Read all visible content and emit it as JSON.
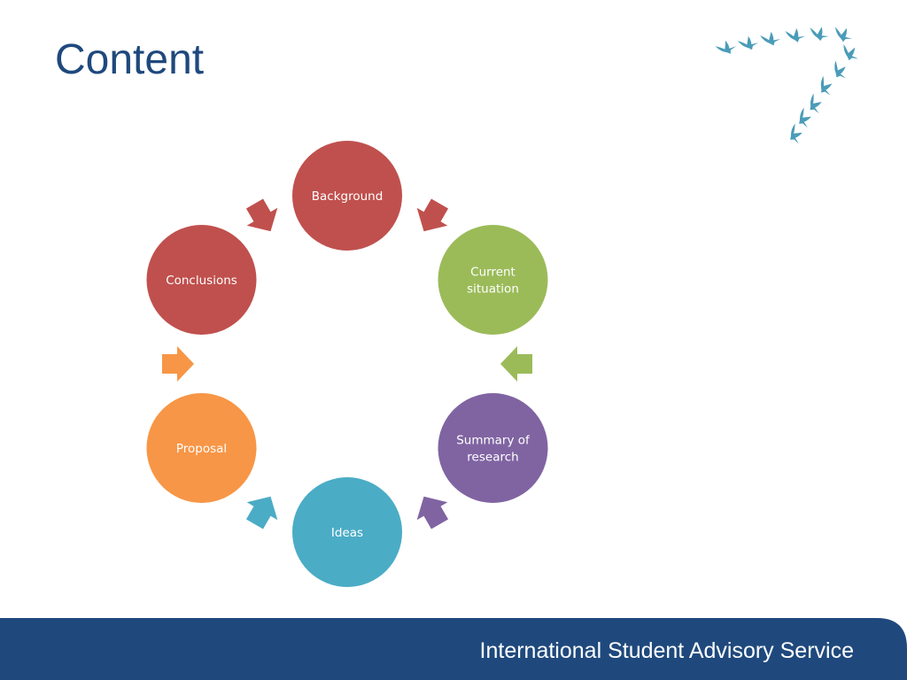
{
  "slide": {
    "title": "Content",
    "footer_text": "International Student Advisory Service"
  },
  "diagram": {
    "type": "cycle",
    "nodes": [
      {
        "label_lines": [
          "Background"
        ],
        "color": "#C0504D"
      },
      {
        "label_lines": [
          "Current",
          "situation"
        ],
        "color": "#9BBB59"
      },
      {
        "label_lines": [
          "Summary of",
          "research"
        ],
        "color": "#8064A2"
      },
      {
        "label_lines": [
          "Ideas"
        ],
        "color": "#4BACC6"
      },
      {
        "label_lines": [
          "Proposal"
        ],
        "color": "#F79646"
      },
      {
        "label_lines": [
          "Conclusions"
        ],
        "color": "#C0504D"
      }
    ]
  },
  "colors": {
    "title": "#1F497D",
    "footer_band": "#1F497D",
    "birds": "#4A9CB8"
  },
  "icons": [
    "flying-birds-logo-icon"
  ]
}
